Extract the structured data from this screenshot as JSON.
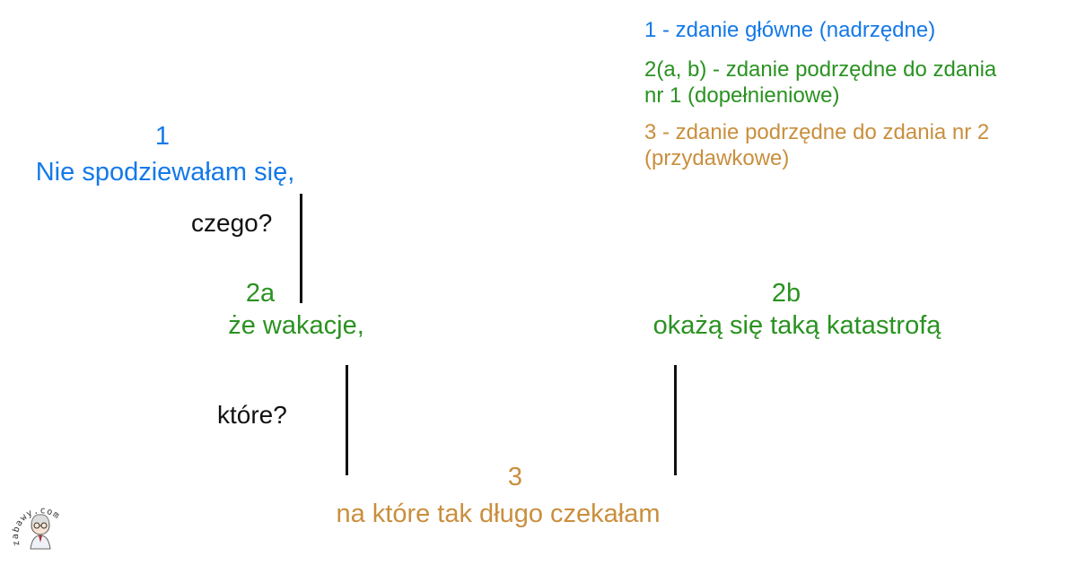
{
  "legend": {
    "main": "1 - zdanie główne (nadrzędne)",
    "sub2_line1": "2(a, b) - zdanie podrzędne do zdania",
    "sub2_line2": "nr 1 (dopełnieniowe)",
    "sub3_line1": "3 - zdanie podrzędne do zdania nr 2",
    "sub3_line2": "(przydawkowe)"
  },
  "clauses": {
    "c1": {
      "number": "1",
      "text": "Nie spodziewałam się,"
    },
    "c2a": {
      "number": "2a",
      "text": "że wakacje,"
    },
    "c2b": {
      "number": "2b",
      "text": "okażą się taką katastrofą"
    },
    "c3": {
      "number": "3",
      "text": "na które tak długo czekałam"
    }
  },
  "questions": {
    "q1": "czego?",
    "q2": "które?"
  },
  "colors": {
    "main": "#1479e8",
    "subordinate_2": "#2a9221",
    "subordinate_3": "#c98f3d"
  },
  "logo": {
    "text": "zabawy.com",
    "icon": "teacher-avatar-icon"
  }
}
